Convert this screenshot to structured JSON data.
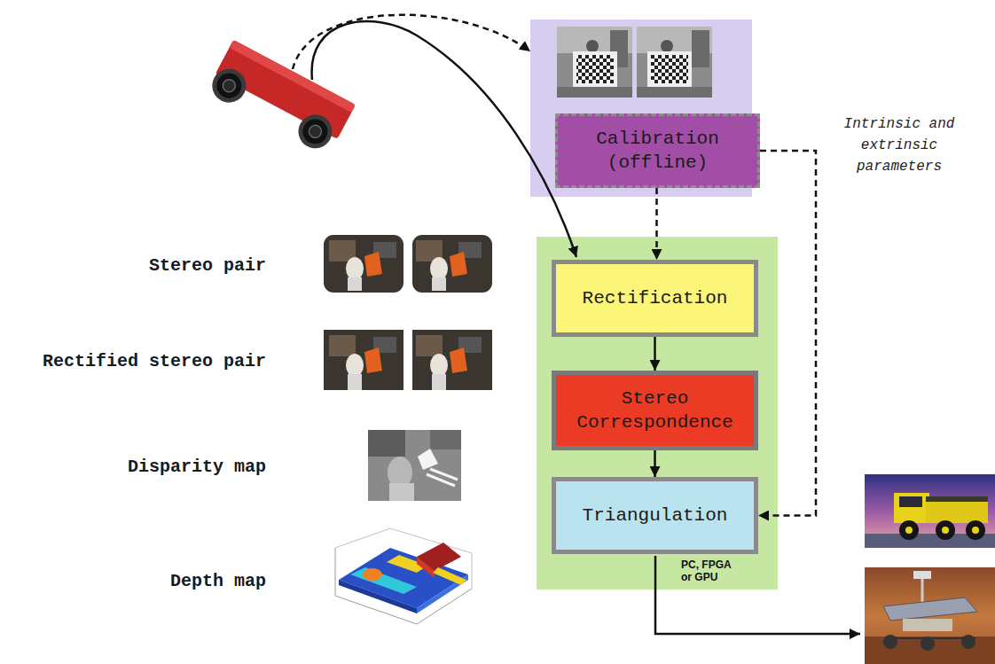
{
  "diagram": {
    "nodes": [
      {
        "text": [
          "Calibration (offline)"
        ]
      },
      {
        "text": [
          "PC, FPGA or GPU"
        ]
      },
      {
        "text": [
          "Rectification"
        ],
        "in": 1
      },
      {
        "text": [
          "Stereo Correspondence"
        ],
        "in": 1
      },
      {
        "text": [
          "Triangulation"
        ],
        "in": 1
      }
    ],
    "edges": [
      {
        "from": 0,
        "to": 2,
        "arrow": "to"
      },
      {
        "from": 0,
        "to": 4,
        "arrow": "to"
      },
      {
        "from": 2,
        "to": 3,
        "arrow": "to"
      },
      {
        "from": 3,
        "to": 4,
        "arrow": "to"
      }
    ],
    "labels": [
      "Intrinsic and extrinsic parameters",
      "Stereo pair",
      "Rectified stereo pair",
      "Disparity map",
      "Depth map"
    ]
  }
}
